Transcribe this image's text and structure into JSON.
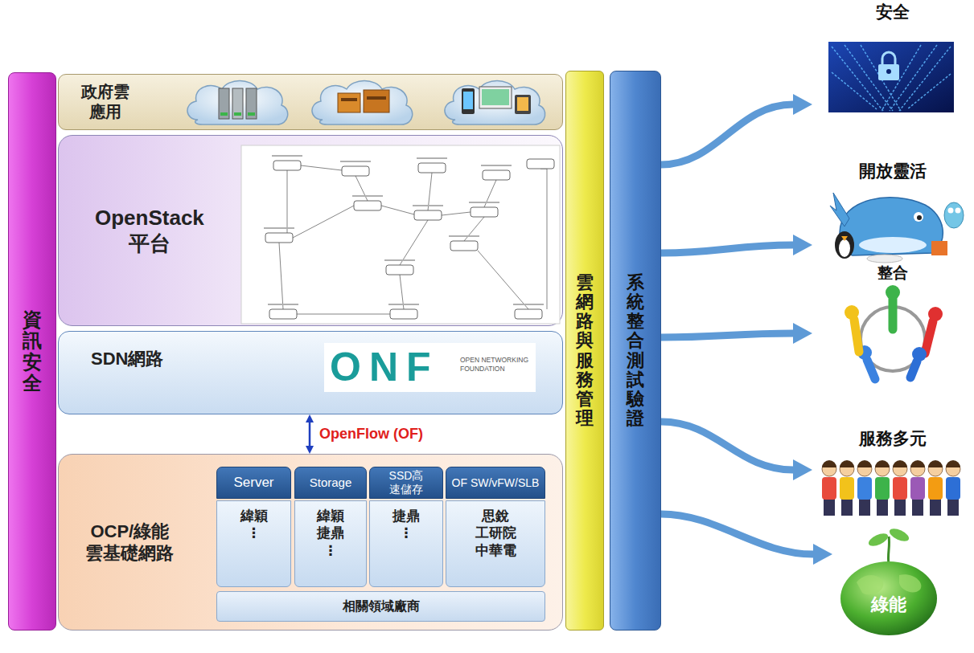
{
  "diagram": {
    "nodes": [
      {
        "text": [
          "資訊安全"
        ]
      },
      {
        "text": [
          "政府雲 應用"
        ]
      },
      {
        "text": [
          "OpenStack 平台"
        ]
      },
      {
        "text": [
          "SDN網路"
        ]
      },
      {
        "text": [
          "OCP/綠能 雲基礎網路"
        ]
      },
      {
        "text": [
          "Server"
        ],
        "in": 4
      },
      {
        "text": [
          "Storage"
        ],
        "in": 4
      },
      {
        "text": [
          "SSD高速儲存"
        ],
        "in": 4
      },
      {
        "text": [
          "OF SW/vFW/SLB"
        ],
        "in": 4
      },
      {
        "text": [
          "緯穎 ⋮"
        ],
        "in": 4
      },
      {
        "text": [
          "緯穎 捷鼎 ⋮"
        ],
        "in": 4
      },
      {
        "text": [
          "捷鼎 ⋮"
        ],
        "in": 4
      },
      {
        "text": [
          "思銳 工研院 中華電"
        ],
        "in": 4
      },
      {
        "text": [
          "相關領域廠商"
        ],
        "in": 4
      },
      {
        "text": [
          "雲網路與服務管理"
        ]
      },
      {
        "text": [
          "系統整合測試驗證"
        ]
      },
      {
        "text": [
          "安全"
        ]
      },
      {
        "text": [
          "開放靈活"
        ]
      },
      {
        "text": [
          "整合"
        ]
      },
      {
        "text": [
          "服務多元"
        ]
      },
      {
        "text": [
          "綠能"
        ]
      }
    ],
    "edges": [
      {
        "from": 3,
        "to": 4,
        "arrow": "both",
        "label": "OpenFlow (OF)"
      },
      {
        "from": 15,
        "to": 16,
        "arrow": "to"
      },
      {
        "from": 15,
        "to": 17,
        "arrow": "to"
      },
      {
        "from": 15,
        "to": 18,
        "arrow": "to"
      },
      {
        "from": 15,
        "to": 19,
        "arrow": "to"
      },
      {
        "from": 15,
        "to": 20,
        "arrow": "to"
      }
    ],
    "labels": [
      "ONF",
      "OPEN NETWORKING FOUNDATION"
    ]
  }
}
